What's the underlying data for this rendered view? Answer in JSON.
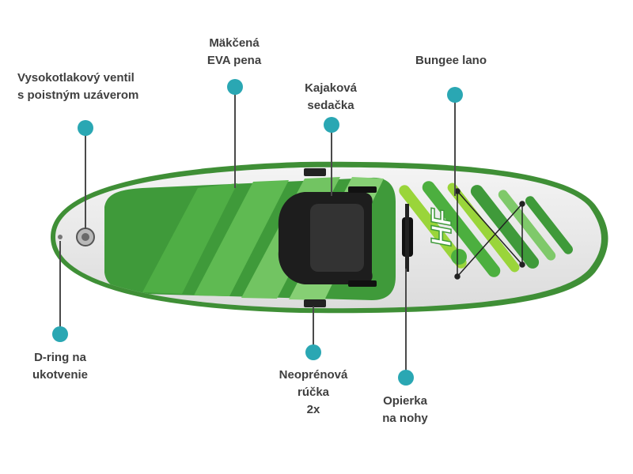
{
  "callouts": {
    "valve": {
      "line1": "Vysokotlakový ventil",
      "line2": "s poistným uzáverom"
    },
    "foam": {
      "line1": "Mäkčená",
      "line2": "EVA pena"
    },
    "seat": {
      "line1": "Kajaková",
      "line2": "sedačka"
    },
    "bungee": {
      "line1": "Bungee lano"
    },
    "dring": {
      "line1": "D-ring na",
      "line2": "ukotvenie"
    },
    "handle": {
      "line1": "Neoprénová",
      "line2": "rúčka",
      "line3": "2x"
    },
    "footrest": {
      "line1": "Opierka",
      "line2": "na nohy"
    }
  },
  "board": {
    "brand_mark": "HF",
    "colors": {
      "rail": "#ffffff",
      "deck_dark": "#3f9a3a",
      "deck_mid": "#4fae45",
      "deck_light": "#7fc96a",
      "accent_lime": "#9ad53a",
      "callout_dot": "#2aa7b3"
    }
  }
}
